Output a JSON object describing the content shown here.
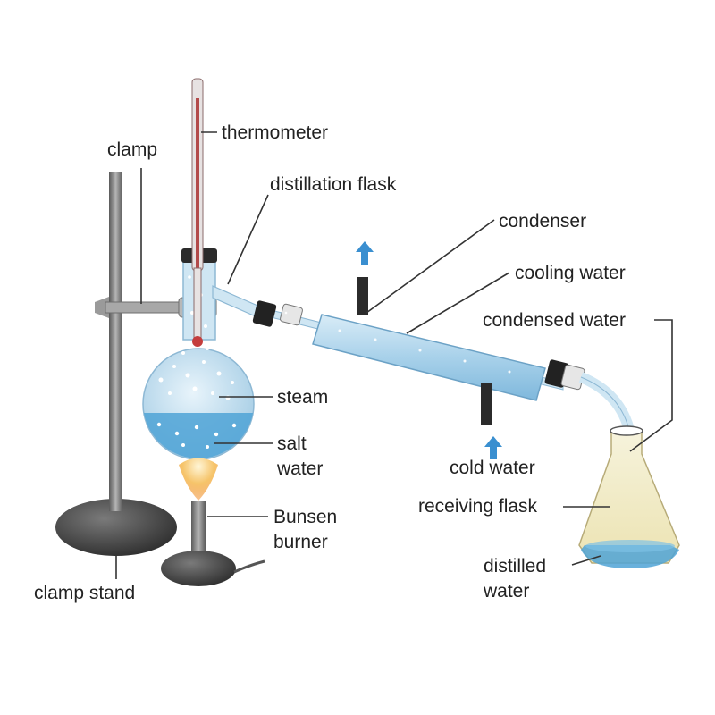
{
  "labels": {
    "thermometer": "thermometer",
    "clamp": "clamp",
    "distillation_flask": "distillation flask",
    "condenser": "condenser",
    "cooling_water": "cooling water",
    "condensed_water": "condensed water",
    "steam": "steam",
    "salt_water_line1": "salt",
    "salt_water_line2": "water",
    "cold_water": "cold water",
    "receiving_flask": "receiving flask",
    "bunsen_burner_line1": "Bunsen",
    "bunsen_burner_line2": "burner",
    "distilled_water_line1": "distilled",
    "distilled_water_line2": "water",
    "clamp_stand": "clamp stand"
  },
  "colors": {
    "glass": "#cfe6f3",
    "water": "#4fa3d6",
    "steam": "#ffffff",
    "metal": "#7a7a7a",
    "base": "#4a4a4a",
    "flame": "#f2a23a",
    "arrow": "#3a8fd0",
    "distillate": "#f3efc8"
  }
}
